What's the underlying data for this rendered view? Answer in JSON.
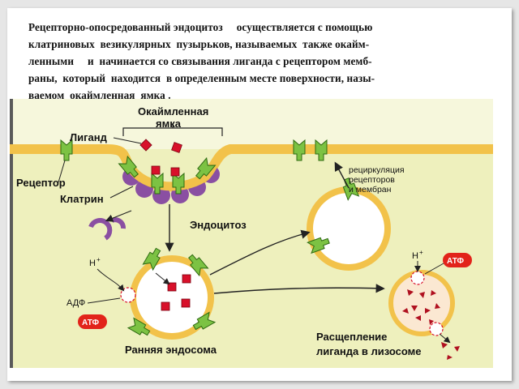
{
  "caption_lines": [
    "Рецепторно-опосредованный эндоцитоз     осуществляется с помощью",
    "клатриновых  везикулярных  пузырьков, называемых  также окайм-",
    "ленными     и  начинается со связывания лиганда с рецептором мемб-",
    "раны,  который  находится  в определенным месте поверхности, назы-",
    "ваемом  окаймленная  ямка ."
  ],
  "labels": {
    "coated_pit_1": "Окаймленная",
    "coated_pit_2": "ямка",
    "ligand": "Лиганд",
    "receptor": "Рецептор",
    "clathrin": "Клатрин",
    "endocytosis": "Эндоцитоз",
    "recycling_1": "рециркуляция",
    "recycling_2": "рецепторов",
    "recycling_3": "и мембран",
    "h_plus_left": "Н",
    "h_plus_right": "Н",
    "adp": "АДФ",
    "atp_left": "АТФ",
    "atp_right": "АТФ",
    "early_endosome": "Ранняя эндосома",
    "cleavage_1": "Расщепление",
    "cleavage_2": "лиганда в лизосоме"
  },
  "colors": {
    "membrane": "#f2c24a",
    "cytoplasm": "#eef0bd",
    "extracellular": "#f6f7dc",
    "receptor": "#7cc243",
    "ligand": "#d8102a",
    "clathrin": "#8a4fa2",
    "vesicle_fill": "#ffffff",
    "lysosome_fill": "#fbe8d2",
    "atp": "#e2231a"
  }
}
